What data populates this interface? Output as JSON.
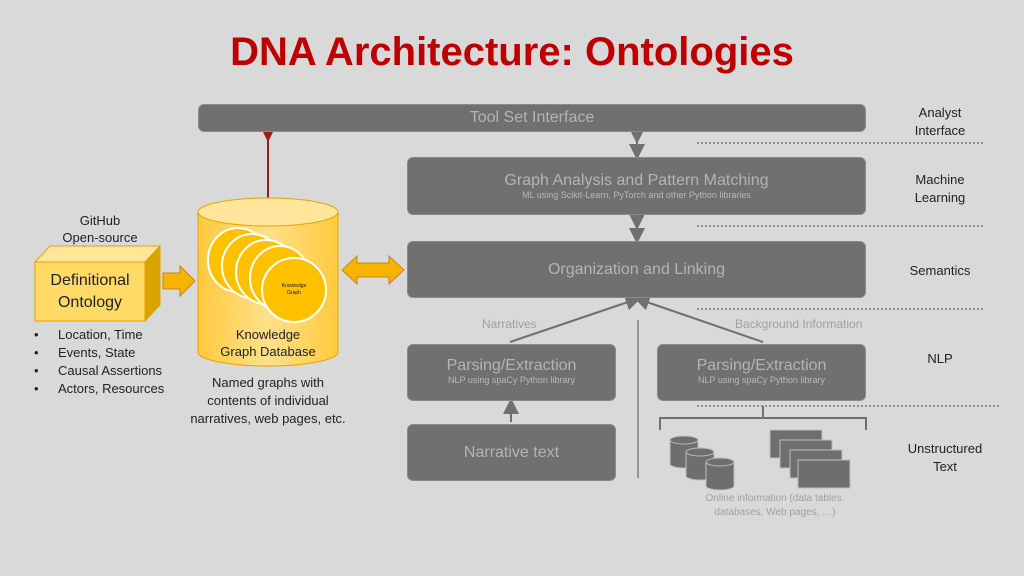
{
  "title": "DNA Architecture: Ontologies",
  "toolset": {
    "label": "Tool Set Interface"
  },
  "graph_analysis": {
    "title": "Graph Analysis and Pattern Matching",
    "subtitle": "ML using Scikit-Learn, PyTorch and other Python libraries"
  },
  "organization": {
    "title": "Organization and Linking"
  },
  "narratives_label": "Narratives",
  "background_label": "Background Information",
  "parsing_left": {
    "title": "Parsing/Extraction",
    "subtitle": "NLP using spaCy Python library"
  },
  "parsing_right": {
    "title": "Parsing/Extraction",
    "subtitle": "NLP using spaCy Python library"
  },
  "narrative_text": "Narrative text",
  "online_info": {
    "line1": "Online information (data tables.",
    "line2": "databases, Web pages, …)"
  },
  "layers": [
    {
      "line1": "Analyst",
      "line2": "Interface"
    },
    {
      "line1": "Machine",
      "line2": "Learning"
    },
    {
      "line1": "Semantics",
      "line2": ""
    },
    {
      "line1": "NLP",
      "line2": ""
    },
    {
      "line1": "Unstructured",
      "line2": "Text"
    }
  ],
  "github": {
    "line1": "GitHub",
    "line2": "Open-source"
  },
  "ontology": {
    "line1": "Definitional",
    "line2": "Ontology"
  },
  "ontology_bullets": [
    "Location, Time",
    "Events, State",
    "Causal Assertions",
    "Actors, Resources"
  ],
  "kg_disc_label": {
    "line1": "Knowledge",
    "line2": "Graph"
  },
  "kg_db": {
    "line1": "Knowledge",
    "line2": "Graph Database"
  },
  "named_graphs": {
    "line1": "Named graphs with",
    "line2": "contents of individual",
    "line3": "narratives, web pages, etc."
  },
  "colors": {
    "title": "#c00000",
    "box": "#707070",
    "cylinder": "#ffd966",
    "arrow_orange": "#f4b400",
    "arrow_red": "#9c1c1c"
  }
}
